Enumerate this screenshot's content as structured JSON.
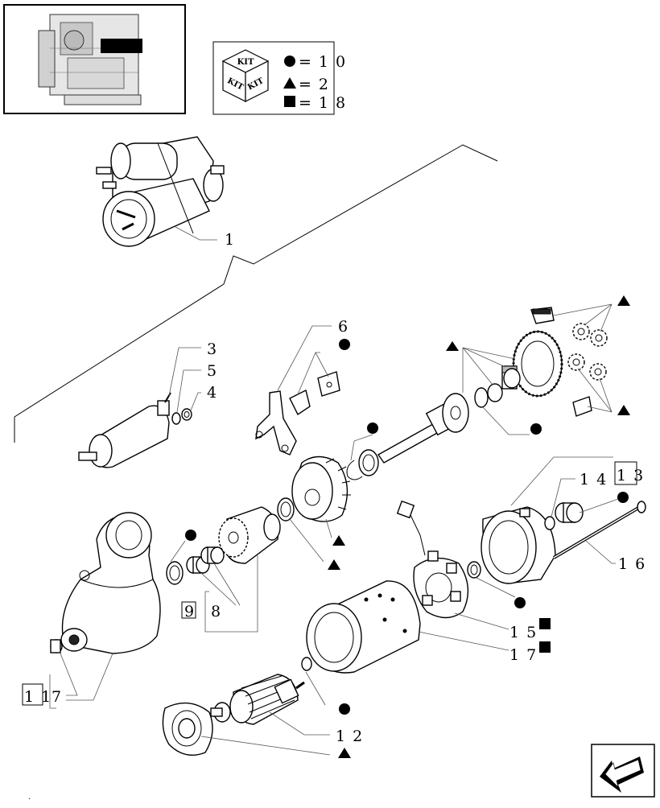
{
  "legend": {
    "kit_icon_label": "KIT",
    "entries": [
      {
        "symbol": "circle-icon",
        "value": "=10"
      },
      {
        "symbol": "triangle-icon",
        "value": "=2"
      },
      {
        "symbol": "square-icon",
        "value": "=18"
      }
    ]
  },
  "callouts": {
    "c1": "1",
    "c3": "3",
    "c5": "5",
    "c4": "4",
    "c6": "6",
    "c14": "14",
    "c13": "13",
    "c16": "16",
    "c15": "15",
    "c17": "17",
    "c9": "9",
    "c8": "8",
    "c11": "11",
    "c7": "7",
    "c12": "12"
  },
  "footer_mark": "."
}
